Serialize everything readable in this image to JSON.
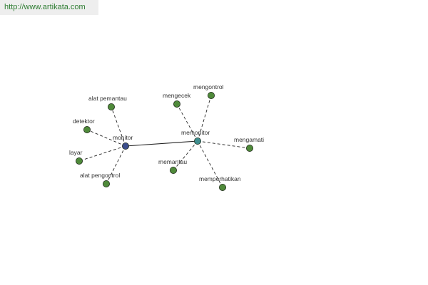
{
  "watermark": {
    "url_text": "http://www.artikata.com"
  },
  "colors": {
    "leaf_node": "#4f8a3a",
    "hub_monitor": "#3c4e8c",
    "hub_memonitor": "#3f8e8e",
    "edge": "#222222",
    "watermark_text": "#2e7d32"
  },
  "graph": {
    "nodes": [
      {
        "id": "monitor",
        "label": "monitor",
        "role": "hub"
      },
      {
        "id": "memonitor",
        "label": "memonitor",
        "role": "hub"
      },
      {
        "id": "alat-pemantau",
        "label": "alat pemantau",
        "role": "leaf"
      },
      {
        "id": "detektor",
        "label": "detektor",
        "role": "leaf"
      },
      {
        "id": "layar",
        "label": "layar",
        "role": "leaf"
      },
      {
        "id": "alat-pengontrol",
        "label": "alat pengontrol",
        "role": "leaf"
      },
      {
        "id": "mengecek",
        "label": "mengecek",
        "role": "leaf"
      },
      {
        "id": "mengontrol",
        "label": "mengontrol",
        "role": "leaf"
      },
      {
        "id": "mengamati",
        "label": "mengamati",
        "role": "leaf"
      },
      {
        "id": "memantau",
        "label": "memantau",
        "role": "leaf"
      },
      {
        "id": "memperhatikan",
        "label": "memperhatikan",
        "role": "leaf"
      }
    ],
    "edges": [
      {
        "from": "monitor",
        "to": "memonitor",
        "style": "solid"
      },
      {
        "from": "monitor",
        "to": "alat-pemantau",
        "style": "dashed"
      },
      {
        "from": "monitor",
        "to": "detektor",
        "style": "dashed"
      },
      {
        "from": "monitor",
        "to": "layar",
        "style": "dashed"
      },
      {
        "from": "monitor",
        "to": "alat-pengontrol",
        "style": "dashed"
      },
      {
        "from": "memonitor",
        "to": "mengecek",
        "style": "dashed"
      },
      {
        "from": "memonitor",
        "to": "mengontrol",
        "style": "dashed"
      },
      {
        "from": "memonitor",
        "to": "mengamati",
        "style": "dashed"
      },
      {
        "from": "memonitor",
        "to": "memantau",
        "style": "dashed"
      },
      {
        "from": "memonitor",
        "to": "memperhatikan",
        "style": "dashed"
      }
    ]
  }
}
